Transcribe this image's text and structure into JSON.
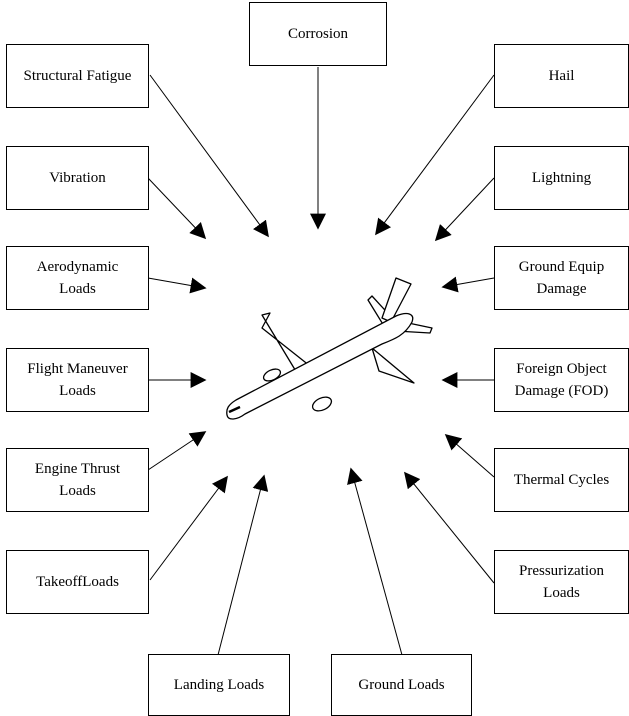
{
  "diagram": {
    "boxes": {
      "corrosion": "Corrosion",
      "structural_fatigue": "Structural Fatigue",
      "hail": "Hail",
      "vibration": "Vibration",
      "lightning": "Lightning",
      "aerodynamic_loads": "Aerodynamic\nLoads",
      "ground_equip_damage": "Ground Equip\nDamage",
      "flight_maneuver_loads": "Flight Maneuver\nLoads",
      "foreign_object_damage": "Foreign Object\nDamage (FOD)",
      "engine_thrust_loads": "Engine Thrust\nLoads",
      "thermal_cycles": "Thermal Cycles",
      "takeoff_loads": "TakeoffLoads",
      "pressurization_loads": "Pressurization\nLoads",
      "landing_loads": "Landing Loads",
      "ground_loads": "Ground Loads"
    },
    "center": {
      "image": "airplane-icon"
    }
  }
}
